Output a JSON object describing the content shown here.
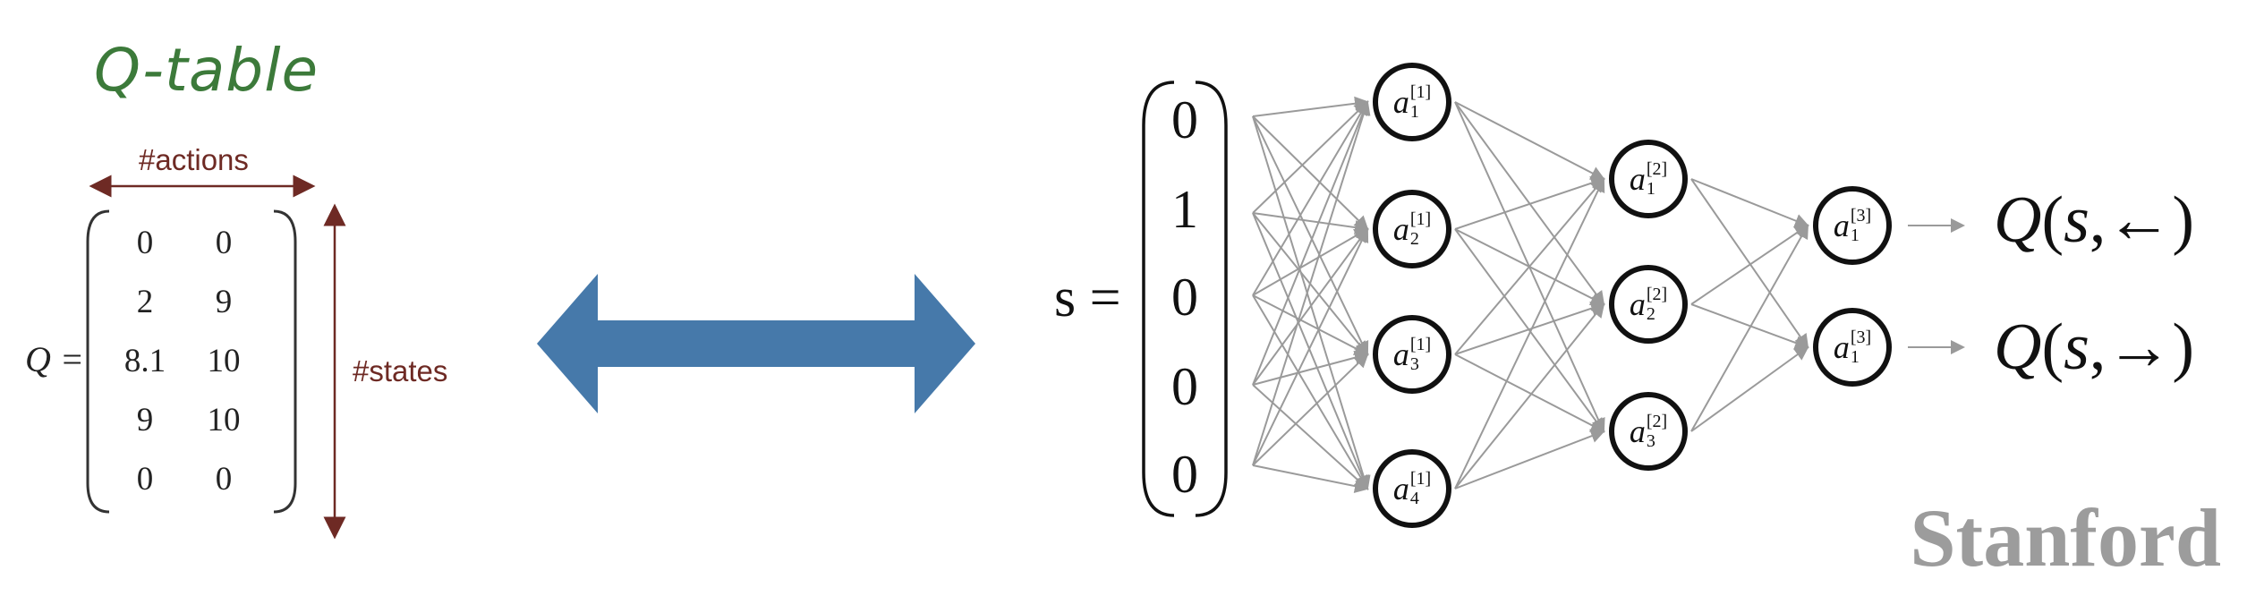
{
  "qtable": {
    "title": "Q-table",
    "actions_label": "#actions",
    "states_label": "#states",
    "q_symbol": "Q =",
    "rows": [
      [
        "0",
        "0"
      ],
      [
        "2",
        "9"
      ],
      [
        "8.1",
        "10"
      ],
      [
        "9",
        "10"
      ],
      [
        "0",
        "0"
      ]
    ]
  },
  "network": {
    "s_symbol": "s =",
    "input_vector": [
      "0",
      "1",
      "0",
      "0",
      "0"
    ],
    "layer1": [
      {
        "base": "a",
        "sup": "[1]",
        "sub": "1"
      },
      {
        "base": "a",
        "sup": "[1]",
        "sub": "2"
      },
      {
        "base": "a",
        "sup": "[1]",
        "sub": "3"
      },
      {
        "base": "a",
        "sup": "[1]",
        "sub": "4"
      }
    ],
    "layer2": [
      {
        "base": "a",
        "sup": "[2]",
        "sub": "1"
      },
      {
        "base": "a",
        "sup": "[2]",
        "sub": "2"
      },
      {
        "base": "a",
        "sup": "[2]",
        "sub": "3"
      }
    ],
    "layer3": [
      {
        "base": "a",
        "sup": "[3]",
        "sub": "1"
      },
      {
        "base": "a",
        "sup": "[3]",
        "sub": "1"
      }
    ],
    "outputs": [
      {
        "fn": "Q",
        "arg": "s",
        "arrow": "←"
      },
      {
        "fn": "Q",
        "arg": "s",
        "arrow": "→"
      }
    ]
  },
  "colors": {
    "qtable_title": "#3c7a3a",
    "annotation": "#6e2a24",
    "double_arrow": "#4679aa",
    "edges": "#9a9a9a",
    "brand": "#9c9c9c"
  },
  "brand": "Stanford"
}
